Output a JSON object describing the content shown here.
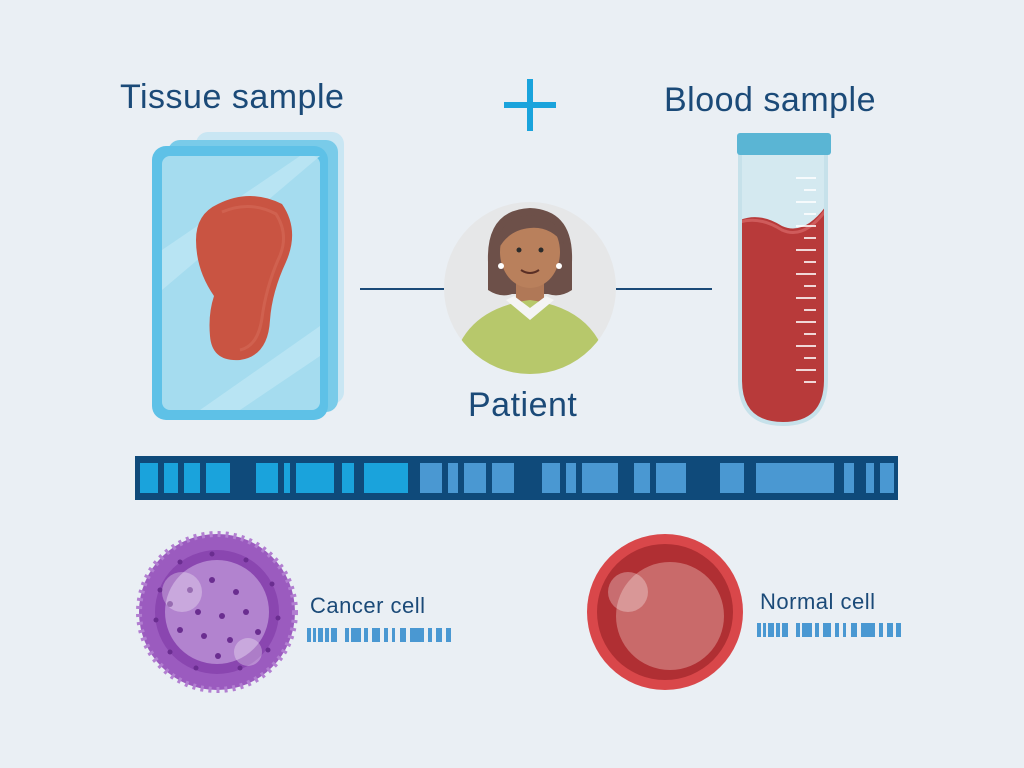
{
  "labels": {
    "tissue_sample": "Tissue sample",
    "blood_sample": "Blood sample",
    "patient": "Patient",
    "cancer_cell": "Cancer cell",
    "normal_cell": "Normal cell"
  },
  "icons": {
    "plus": "plus-icon",
    "slide": "tissue-slide-icon",
    "tube": "blood-tube-icon",
    "patient": "patient-avatar-icon",
    "dna": "dna-sequence-icon",
    "cancer": "cancer-cell-icon",
    "normal": "normal-cell-icon"
  },
  "colors": {
    "background": "#eaeff4",
    "text": "#1b4a78",
    "accent_blue": "#1aa3dc",
    "tissue": "#c95442",
    "blood": "#b83a3a",
    "cancer_cell": "#9b5bbf",
    "normal_cell": "#d9474a"
  }
}
